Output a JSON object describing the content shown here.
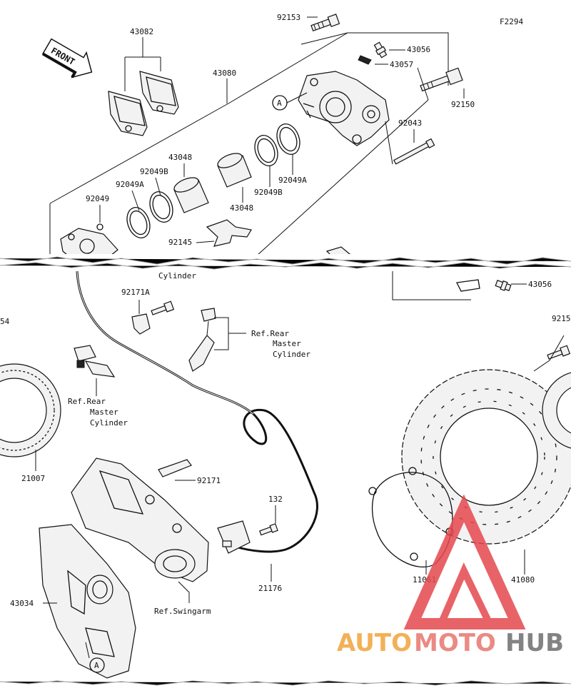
{
  "diagram_code": "F2294",
  "front_arrow_text": "FRONT",
  "callout_a": "A",
  "parts": {
    "p43082": "43082",
    "p43080": "43080",
    "p92153_top": "92153",
    "p43056_top": "43056",
    "p43057": "43057",
    "p92150": "92150",
    "p92043": "92043",
    "p43048_left": "43048",
    "p92049B_left": "92049B",
    "p92049A_left": "92049A",
    "p92049": "92049",
    "p43048_right": "43048",
    "p92049B_right": "92049B",
    "p92049A_right": "92049A",
    "p92145": "92145",
    "p43056_mid": "43056",
    "p92171A": "92171A",
    "p92171": "92171",
    "p21007": "21007",
    "p132": "132",
    "p21176": "21176",
    "p43034": "43034",
    "p11061": "11061",
    "p41080": "41080",
    "p54_cut": "54",
    "p9215_cut": "9215"
  },
  "refs": {
    "cylinder_cut": "Cylinder",
    "rear_master_right": [
      "Ref.Rear",
      "Master",
      "Cylinder"
    ],
    "rear_master_left": [
      "Ref.Rear",
      "Master",
      "Cylinder"
    ],
    "swingarm": "Ref.Swingarm"
  },
  "watermark": {
    "brand_a": "AUTO",
    "brand_b": "MOTO",
    "brand_c": "HUB",
    "color_a": "#f2a33a",
    "color_b": "#e8766e",
    "color_c": "#6e6e6e",
    "triangle_color": "#e5484d"
  }
}
